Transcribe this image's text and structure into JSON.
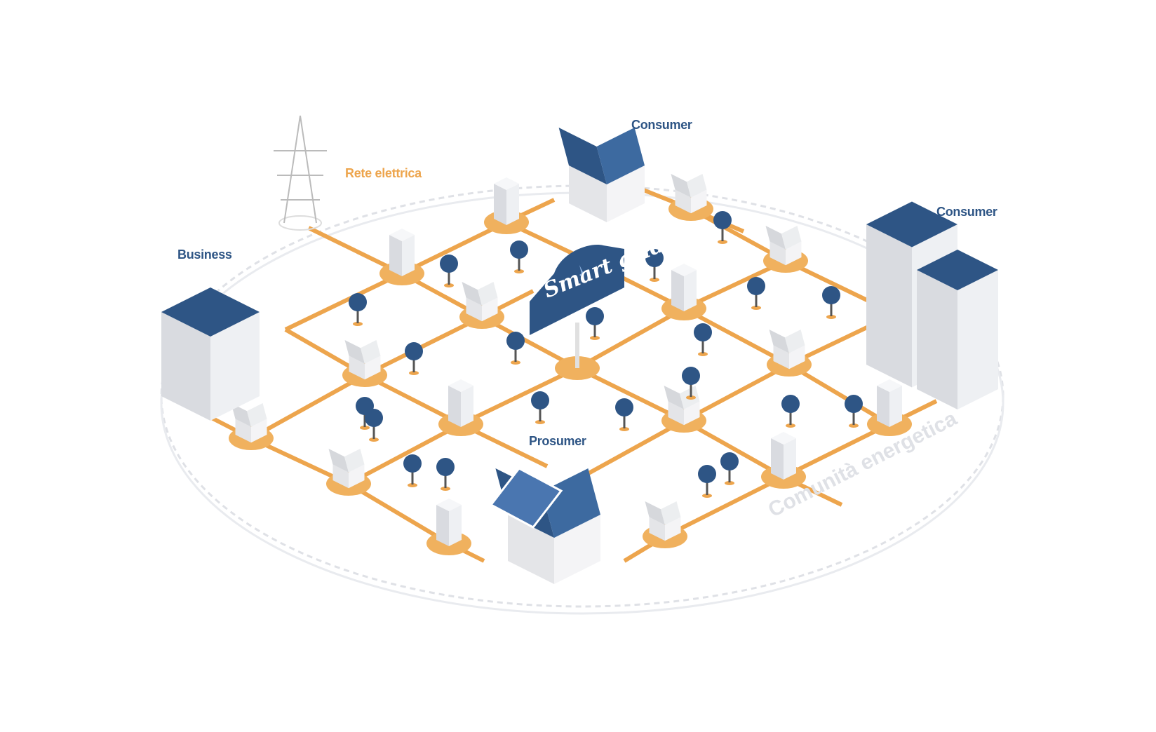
{
  "labels": {
    "consumer_top": "Consumer",
    "consumer_right": "Consumer",
    "business": "Business",
    "grid": "Rete elettrica",
    "prosumer": "Prosumer",
    "smart_grid": "Smart grid",
    "community": "Comunità energetica"
  },
  "colors": {
    "navy": "#2e5585",
    "orange": "#eda54d",
    "node": "#f0b15e",
    "gray": "#dfe1e6"
  },
  "icons": [
    "power-pylon-icon",
    "house-icon",
    "office-building-icon",
    "tree-icon",
    "lightning-icon"
  ]
}
